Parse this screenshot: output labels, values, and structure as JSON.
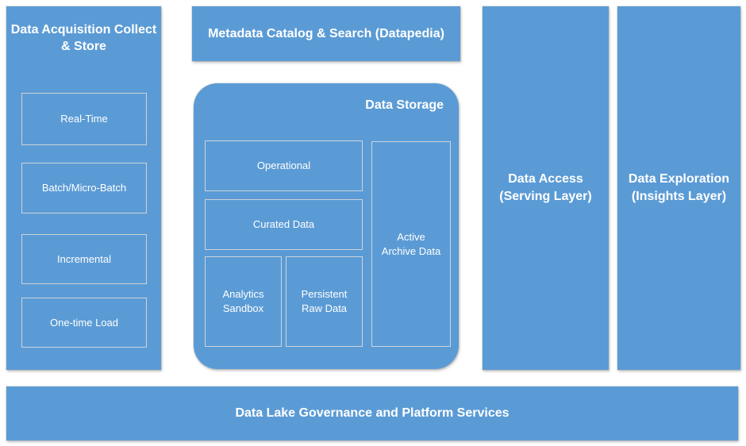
{
  "colors": {
    "shape_fill": "#5b9bd5",
    "inner_border": "#ccd3db",
    "text": "#ffffff",
    "page_background": "#ffffff"
  },
  "acquisition": {
    "title_line1": "Data Acquisition Collect",
    "title_line2": "& Store",
    "items": [
      {
        "id": "real-time",
        "label": "Real-Time"
      },
      {
        "id": "batch-micro-batch",
        "label": "Batch/Micro-Batch"
      },
      {
        "id": "incremental",
        "label": "Incremental"
      },
      {
        "id": "one-time-load",
        "label": "One-time Load"
      }
    ]
  },
  "metadata_catalog": {
    "title": "Metadata Catalog & Search (Datapedia)"
  },
  "data_storage": {
    "title": "Data Storage",
    "operational": {
      "label": "Operational"
    },
    "curated": {
      "label": "Curated Data"
    },
    "sandbox": {
      "line1": "Analytics",
      "line2": "Sandbox"
    },
    "persistent": {
      "line1": "Persistent",
      "line2": "Raw Data"
    },
    "archive": {
      "line1": "Active",
      "line2": "Archive Data"
    }
  },
  "data_access": {
    "line1": "Data Access",
    "line2": "(Serving Layer)"
  },
  "data_exploration": {
    "line1": "Data Exploration",
    "line2": "(Insights Layer)"
  },
  "governance": {
    "title": "Data Lake Governance and Platform Services"
  }
}
